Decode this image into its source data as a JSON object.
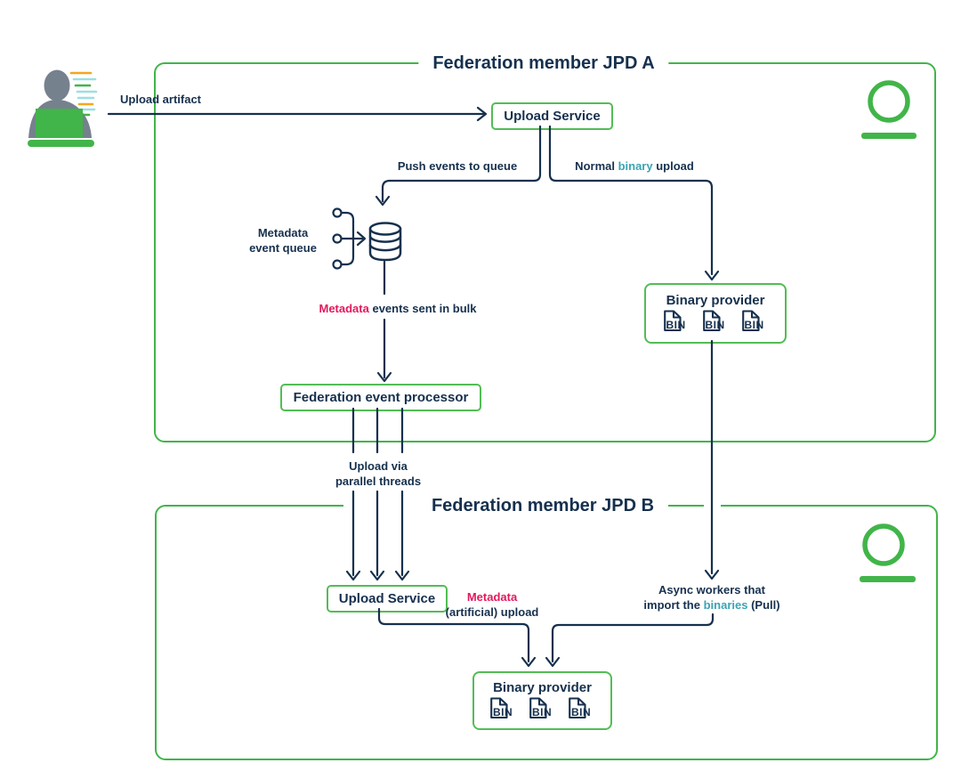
{
  "diagram": {
    "actor": {
      "icon": "person-at-laptop-icon",
      "action_label": "Upload artifact"
    },
    "jpd_a": {
      "title": "Federation member JPD A",
      "upload_service_label": "Upload Service",
      "push_label": "Push events to queue",
      "normal_upload": {
        "pre": "Normal ",
        "binary": "binary",
        "post": " upload"
      },
      "queue_label": {
        "line1": "Metadata",
        "line2": "event queue"
      },
      "bulk_label": {
        "metadata": "Metadata",
        "rest": " events sent in bulk"
      },
      "event_processor_label": "Federation event processor",
      "binary_provider": {
        "title": "Binary provider",
        "files": [
          "BIN",
          "BIN",
          "BIN"
        ]
      }
    },
    "between": {
      "parallel_label": {
        "line1": "Upload via",
        "line2": "parallel threads"
      }
    },
    "jpd_b": {
      "title": "Federation member JPD B",
      "upload_service_label": "Upload Service",
      "metadata_upload": {
        "line1": "Metadata",
        "line2": "(artificial) upload"
      },
      "async_label": {
        "line1": "Async workers that",
        "line2_pre": "import the ",
        "line2_binaries": "binaries",
        "line2_post": " (Pull)"
      },
      "binary_provider": {
        "title": "Binary provider",
        "files": [
          "BIN",
          "BIN",
          "BIN"
        ]
      }
    },
    "colors": {
      "green": "#41B549",
      "node_green": "#52BD55",
      "navy": "#16304E",
      "red": "#E5185A",
      "teal": "#3AA4B5",
      "gray": "#76818E",
      "orange": "#F5A623",
      "light_cyan": "#9BDFE3"
    }
  }
}
